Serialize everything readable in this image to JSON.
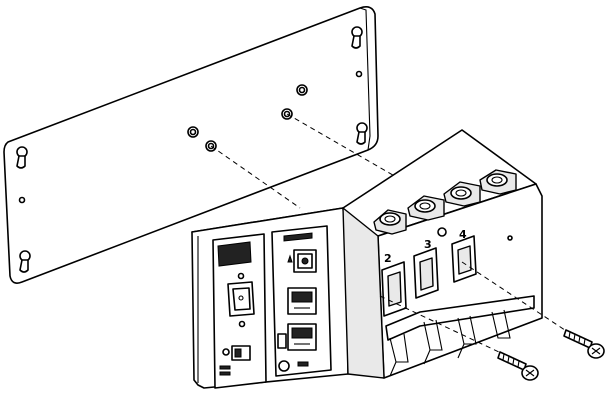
{
  "slot_labels": [
    "2",
    "3",
    "4"
  ],
  "colors": {
    "line": "#000000",
    "shade": "#e9e9e9",
    "background": "#ffffff"
  }
}
